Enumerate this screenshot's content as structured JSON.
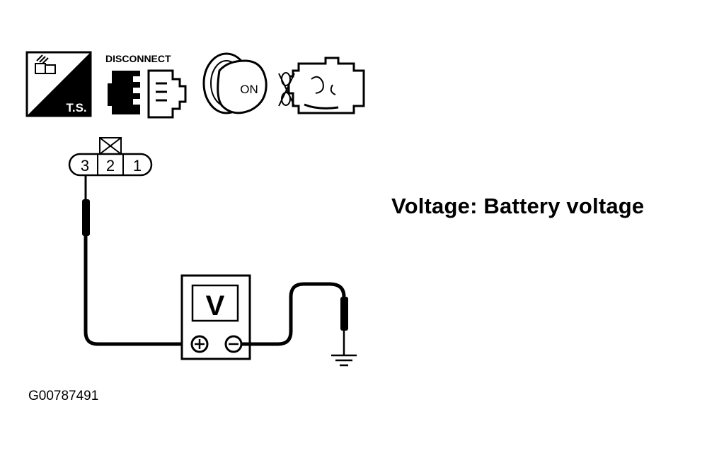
{
  "icons": {
    "ts_icon_label": "T.S.",
    "disconnect_label": "DISCONNECT",
    "ignition_label": "ON"
  },
  "connector": {
    "pins": [
      "3",
      "2",
      "1"
    ]
  },
  "meter": {
    "symbol": "V",
    "positive_symbol": "+",
    "negative_symbol": "−"
  },
  "note": {
    "text": "Voltage: Battery voltage"
  },
  "figure_id": "G00787491"
}
